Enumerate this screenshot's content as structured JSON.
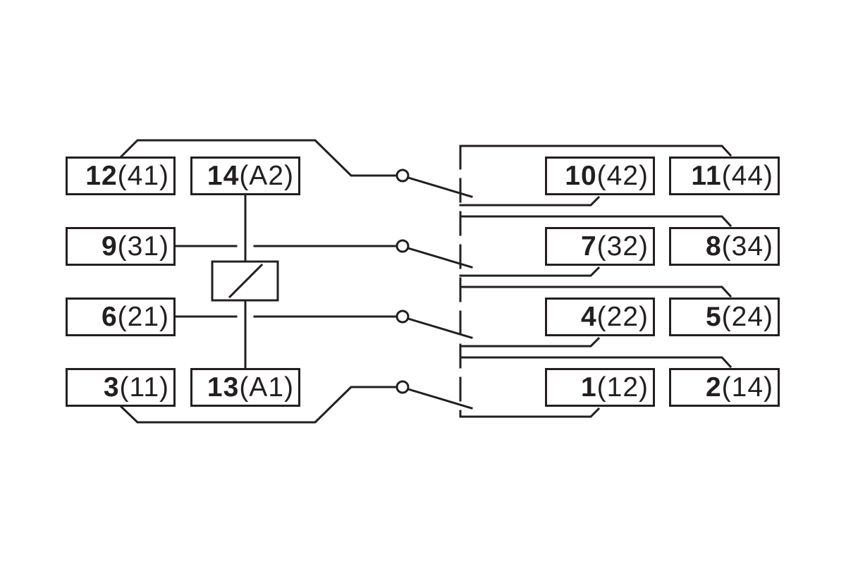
{
  "diagram": {
    "colors": {
      "line": "#231f20",
      "background": "#ffffff"
    },
    "terminals": {
      "t12": {
        "number": "12",
        "label": "(41)"
      },
      "t14": {
        "number": "14",
        "label": "(A2)"
      },
      "t9": {
        "number": "9",
        "label": "(31)"
      },
      "t6": {
        "number": "6",
        "label": "(21)"
      },
      "t3": {
        "number": "3",
        "label": "(11)"
      },
      "t13": {
        "number": "13",
        "label": "(A1)"
      },
      "t10": {
        "number": "10",
        "label": "(42)"
      },
      "t11": {
        "number": "11",
        "label": "(44)"
      },
      "t7": {
        "number": "7",
        "label": "(32)"
      },
      "t8": {
        "number": "8",
        "label": "(34)"
      },
      "t4": {
        "number": "4",
        "label": "(22)"
      },
      "t5": {
        "number": "5",
        "label": "(24)"
      },
      "t1": {
        "number": "1",
        "label": "(12)"
      },
      "t2": {
        "number": "2",
        "label": "(14)"
      }
    },
    "relay_coil": {
      "icon": "relay-coil-icon"
    },
    "contacts": [
      "changeover-contact-1",
      "changeover-contact-2",
      "changeover-contact-3",
      "changeover-contact-4"
    ]
  }
}
